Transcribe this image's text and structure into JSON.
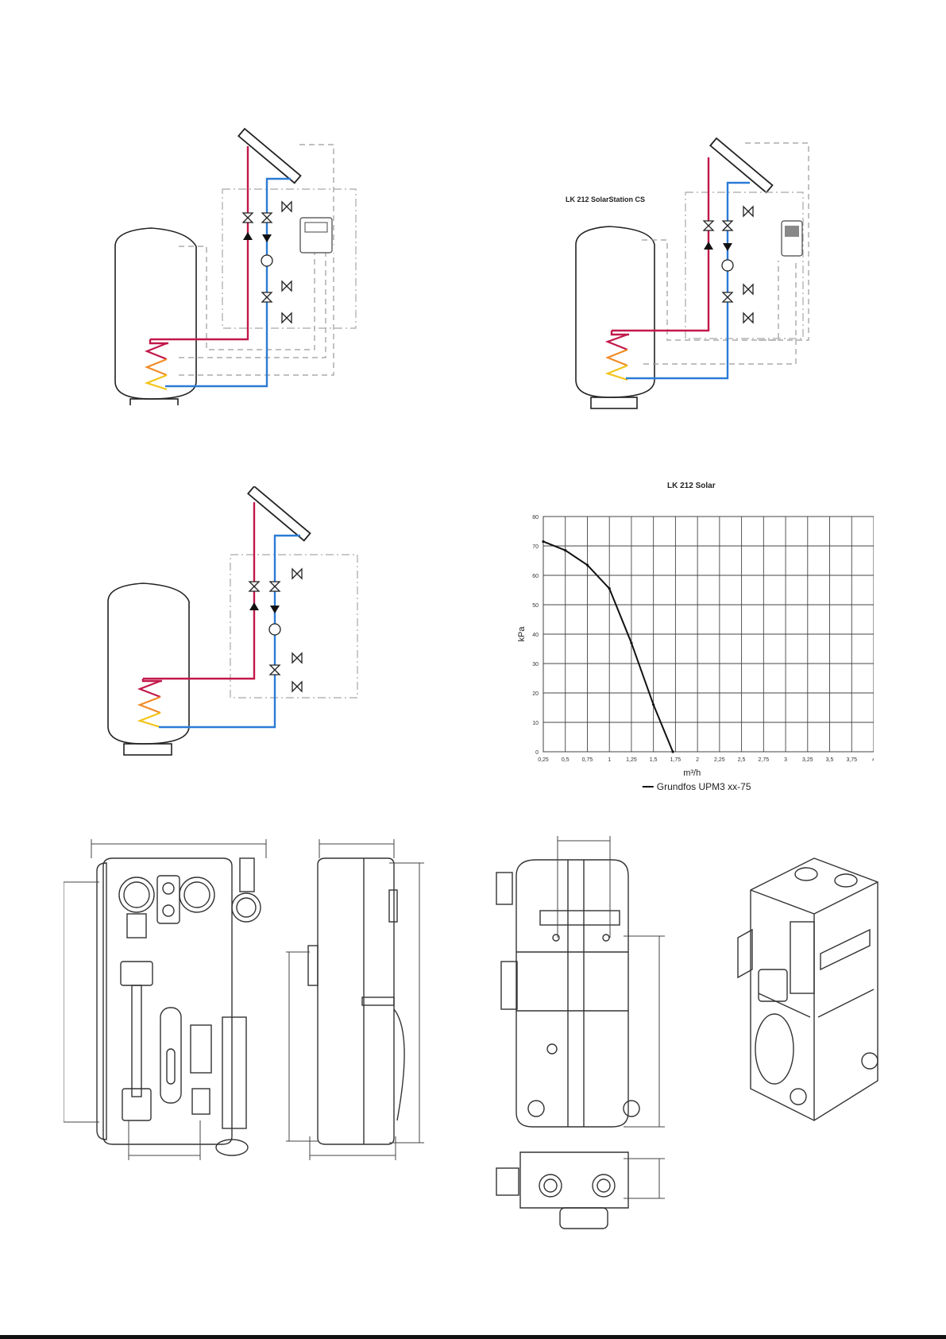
{
  "diagram_cs_label": "LK 212 SolarStation CS",
  "chart_data": {
    "type": "line",
    "title": "LK 212 Solar",
    "xlabel": "m³/h",
    "ylabel": "kPa",
    "xlim": [
      0.25,
      4
    ],
    "ylim": [
      0,
      80
    ],
    "x_ticks": [
      "0,25",
      "0,5",
      "0,75",
      "1",
      "1,25",
      "1,5",
      "1,75",
      "2",
      "2,25",
      "2,5",
      "2,75",
      "3",
      "3,25",
      "3,5",
      "3,75",
      "4"
    ],
    "y_ticks": [
      "0",
      "10",
      "20",
      "30",
      "40",
      "50",
      "60",
      "70",
      "80"
    ],
    "grid": true,
    "legend_position": "bottom",
    "series": [
      {
        "name": "Grundfos UPM3 xx-75",
        "color": "#111111",
        "x": [
          0.25,
          0.5,
          0.75,
          1.0,
          1.25,
          1.5,
          1.72
        ],
        "y": [
          71.5,
          68.5,
          63.5,
          55.5,
          37,
          16,
          0
        ]
      }
    ]
  },
  "colors": {
    "hot_pipe": "#c2184a",
    "cold_pipe": "#2b7bd6",
    "coil_orange": "#f28c28",
    "coil_yellow": "#f2c418",
    "dashed_line": "#9a9a9a",
    "dashdot_line": "#a8a8a8"
  }
}
